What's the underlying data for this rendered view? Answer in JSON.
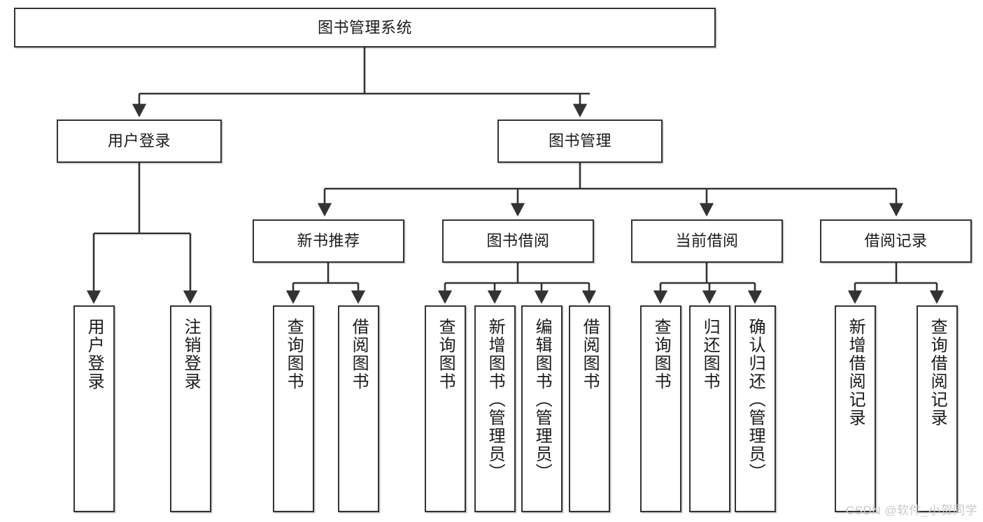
{
  "diagram": {
    "title": "图书管理系统",
    "type": "tree-hierarchy",
    "root": {
      "label": "图书管理系统"
    },
    "level1": [
      {
        "label": "用户登录"
      },
      {
        "label": "图书管理"
      }
    ],
    "level2": [
      {
        "label": "新书推荐"
      },
      {
        "label": "图书借阅"
      },
      {
        "label": "当前借阅"
      },
      {
        "label": "借阅记录"
      }
    ],
    "leaves": {
      "user_login": [
        {
          "label": "用户登录"
        },
        {
          "label": "注销登录"
        }
      ],
      "new_book_recommend": [
        {
          "label": "查询图书"
        },
        {
          "label": "借阅图书"
        }
      ],
      "book_borrow": [
        {
          "label": "查询图书"
        },
        {
          "label": "新增图书（管理员）"
        },
        {
          "label": "编辑图书（管理员）"
        },
        {
          "label": "借阅图书"
        }
      ],
      "current_borrow": [
        {
          "label": "查询图书"
        },
        {
          "label": "归还图书"
        },
        {
          "label": "确认归还（管理员）"
        }
      ],
      "borrow_record": [
        {
          "label": "新增借阅记录"
        },
        {
          "label": "查询借阅记录"
        }
      ]
    }
  },
  "watermark": {
    "text": "CSDN @软件_小贺同学"
  },
  "colors": {
    "stroke": "#333333",
    "background": "#ffffff",
    "text": "#1a1a1a",
    "watermark": "#c9c9c9"
  }
}
